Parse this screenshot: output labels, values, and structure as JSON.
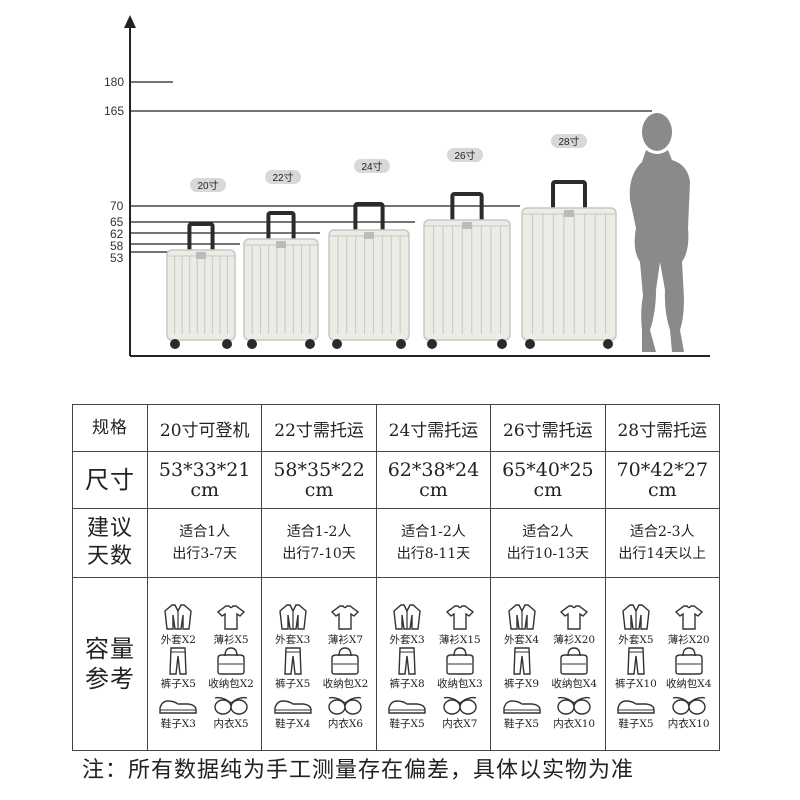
{
  "chart": {
    "y_ticks": [
      "180",
      "165",
      "70",
      "65",
      "62",
      "58",
      "53"
    ],
    "luggage": [
      {
        "label": "20寸"
      },
      {
        "label": "22寸"
      },
      {
        "label": "24寸"
      },
      {
        "label": "26寸"
      },
      {
        "label": "28寸"
      }
    ],
    "colors": {
      "suitcase": "#ecebe6",
      "shadow": "#c9c8c2",
      "person": "#8a8a8a",
      "handle": "#2b2b2b"
    }
  },
  "table": {
    "headers": {
      "spec": "规格",
      "size": "尺寸",
      "days_line1": "建议",
      "days_line2": "天数",
      "cap_line1": "容量",
      "cap_line2": "参考"
    },
    "columns": [
      {
        "name": "20寸可登机",
        "dim": "53*33*21",
        "unit": "cm",
        "people": "适合1人",
        "days": "出行3-7天",
        "coat": "外套X2",
        "shirt": "薄衫X5",
        "pants": "裤子X5",
        "bag": "收纳包X2",
        "shoes": "鞋子X3",
        "underwear": "内衣X5"
      },
      {
        "name": "22寸需托运",
        "dim": "58*35*22",
        "unit": "cm",
        "people": "适合1-2人",
        "days": "出行7-10天",
        "coat": "外套X3",
        "shirt": "薄衫X7",
        "pants": "裤子X5",
        "bag": "收纳包X2",
        "shoes": "鞋子X4",
        "underwear": "内衣X6"
      },
      {
        "name": "24寸需托运",
        "dim": "62*38*24",
        "unit": "cm",
        "people": "适合1-2人",
        "days": "出行8-11天",
        "coat": "外套X3",
        "shirt": "薄衫X15",
        "pants": "裤子X8",
        "bag": "收纳包X3",
        "shoes": "鞋子X5",
        "underwear": "内衣X7"
      },
      {
        "name": "26寸需托运",
        "dim": "65*40*25",
        "unit": "cm",
        "people": "适合2人",
        "days": "出行10-13天",
        "coat": "外套X4",
        "shirt": "薄衫X20",
        "pants": "裤子X9",
        "bag": "收纳包X4",
        "shoes": "鞋子X5",
        "underwear": "内衣X10"
      },
      {
        "name": "28寸需托运",
        "dim": "70*42*27",
        "unit": "cm",
        "people": "适合2-3人",
        "days": "出行14天以上",
        "coat": "外套X5",
        "shirt": "薄衫X20",
        "pants": "裤子X10",
        "bag": "收纳包X4",
        "shoes": "鞋子X5",
        "underwear": "内衣X10"
      }
    ]
  },
  "note": "注：所有数据纯为手工测量存在偏差，具体以实物为准"
}
